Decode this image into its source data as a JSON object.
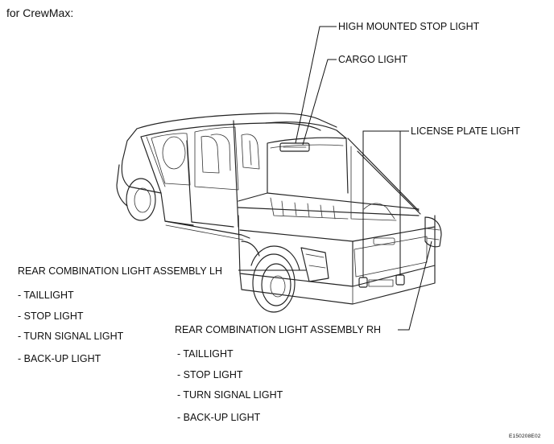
{
  "heading": "for CrewMax:",
  "callouts": {
    "high_mounted_stop_light": "HIGH MOUNTED STOP LIGHT",
    "cargo_light": "CARGO LIGHT",
    "license_plate_light": "LICENSE PLATE LIGHT",
    "rear_combination_lh": "REAR COMBINATION LIGHT ASSEMBLY LH",
    "rear_combination_rh": "REAR COMBINATION LIGHT ASSEMBLY RH"
  },
  "lh_items": [
    "- TAILLIGHT",
    "- STOP LIGHT",
    "- TURN SIGNAL LIGHT",
    "- BACK-UP LIGHT"
  ],
  "rh_items": [
    "- TAILLIGHT",
    "- STOP LIGHT",
    "- TURN SIGNAL LIGHT",
    "- BACK-UP LIGHT"
  ],
  "figure_id": "E150208E02"
}
